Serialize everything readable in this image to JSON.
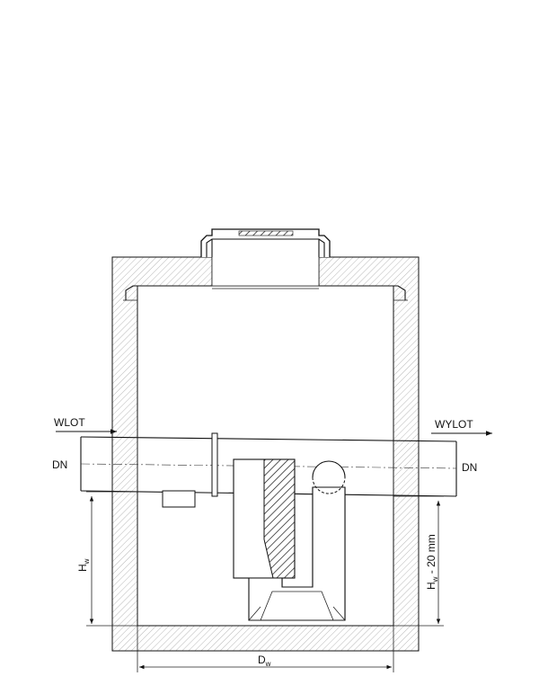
{
  "labels": {
    "inlet": "WLOT",
    "outlet": "WYLOT",
    "dn_left": "DN",
    "dn_right": "DN",
    "h_main": "H",
    "h_sub": "w",
    "h_right_main": "H",
    "h_right_sub": "w",
    "h_right_suffix": " - 20 mm",
    "d_main": "D",
    "d_sub": "w"
  }
}
